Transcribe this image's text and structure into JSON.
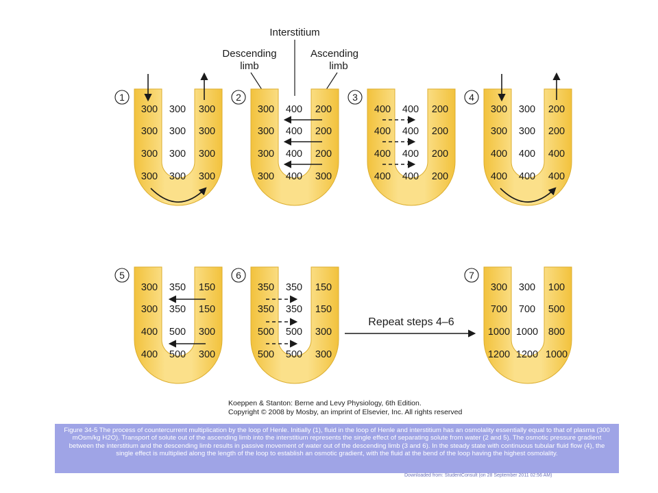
{
  "labels": {
    "interstitium": "Interstitium",
    "descending": [
      "Descending",
      "limb"
    ],
    "ascending": [
      "Ascending",
      "limb"
    ]
  },
  "steps": [
    {
      "num": "1",
      "values": [
        [
          "300",
          "300",
          "300"
        ],
        [
          "300",
          "300",
          "300"
        ],
        [
          "300",
          "300",
          "300"
        ],
        [
          "300",
          "300",
          "300"
        ]
      ]
    },
    {
      "num": "2",
      "values": [
        [
          "300",
          "400",
          "200"
        ],
        [
          "300",
          "400",
          "200"
        ],
        [
          "300",
          "400",
          "200"
        ],
        [
          "300",
          "400",
          "300"
        ]
      ]
    },
    {
      "num": "3",
      "values": [
        [
          "400",
          "400",
          "200"
        ],
        [
          "400",
          "400",
          "200"
        ],
        [
          "400",
          "400",
          "200"
        ],
        [
          "400",
          "400",
          "200"
        ]
      ]
    },
    {
      "num": "4",
      "values": [
        [
          "300",
          "300",
          "200"
        ],
        [
          "300",
          "300",
          "200"
        ],
        [
          "400",
          "400",
          "400"
        ],
        [
          "400",
          "400",
          "400"
        ]
      ]
    },
    {
      "num": "5",
      "values": [
        [
          "300",
          "350",
          "150"
        ],
        [
          "300",
          "350",
          "150"
        ],
        [
          "400",
          "500",
          "300"
        ],
        [
          "400",
          "500",
          "300"
        ]
      ]
    },
    {
      "num": "6",
      "values": [
        [
          "350",
          "350",
          "150"
        ],
        [
          "350",
          "350",
          "150"
        ],
        [
          "500",
          "500",
          "300"
        ],
        [
          "500",
          "500",
          "300"
        ]
      ]
    },
    {
      "num": "7",
      "values": [
        [
          "300",
          "300",
          "100"
        ],
        [
          "700",
          "700",
          "500"
        ],
        [
          "1000",
          "1000",
          "800"
        ],
        [
          "1200",
          "1200",
          "1000"
        ]
      ]
    }
  ],
  "repeat_label": "Repeat steps 4–6",
  "credit": [
    "Koeppen & Stanton: Berne and Levy Physiology, 6th Edition.",
    "Copyright © 2008 by Mosby, an imprint of Elsevier, Inc. All rights reserved"
  ],
  "caption": "Figure 34-5 The process of countercurrent multiplication by the loop of Henle. Initially (1), fluid in the loop of Henle and interstitium has an osmolality essentially equal to that of plasma (300 mOsm/kg H2O). Transport of solute out of the ascending limb into the interstitium represents the single effect of separating solute from water (2 and 5). The osmotic pressure gradient between the interstitium and the descending limb results in passive movement of water out of the descending limb (3 and 6). In the steady state with continuous tubular fluid flow (4), the single effect is multiplied along the length of the loop to establish an osmotic gradient, with the fluid at the bend of the loop having the highest osmolality.",
  "download_note": "Downloaded from: StudentConsult (on 28 September 2011 02:56 AM)",
  "colors": {
    "tube_fill": "#f7cd50",
    "tube_light": "#fbe69a",
    "tube_edge": "#d9a928",
    "caption_bg": "#9fa4e6",
    "text": "#1a1a1a"
  }
}
